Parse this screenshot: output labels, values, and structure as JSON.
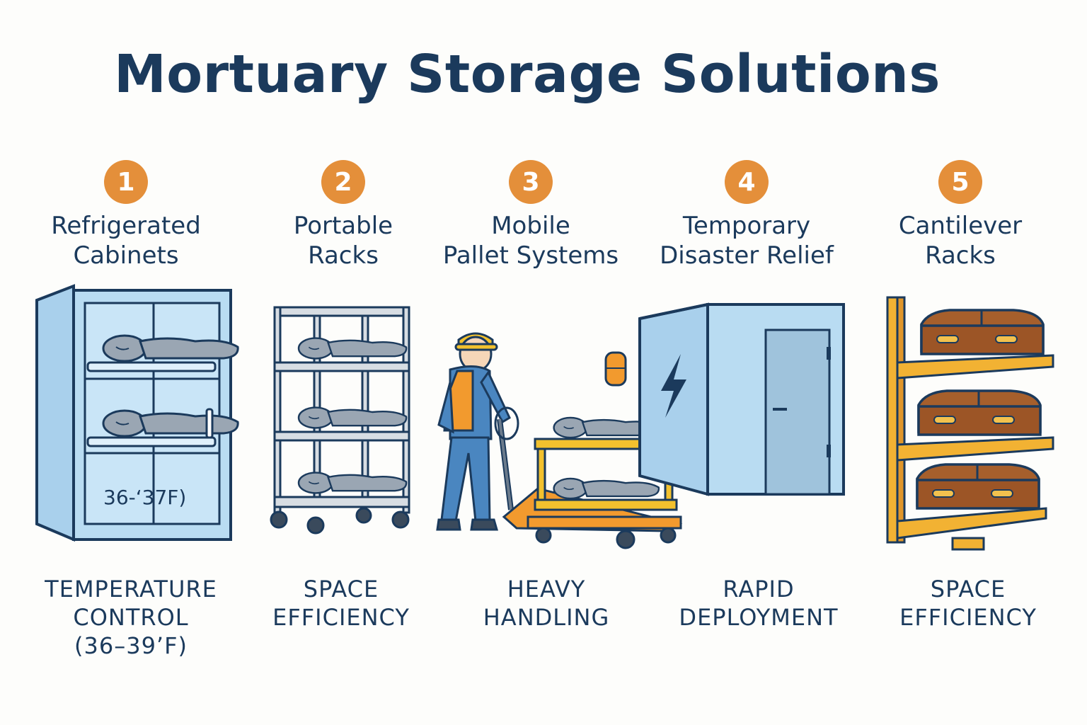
{
  "title": "Mortuary Storage Solutions",
  "solutions": [
    {
      "number": "1",
      "name": "Refrigerated\nCabinets",
      "benefit": "TEMPERATURE\nCONTROL\n(36–39’F)",
      "icon": "refrigerated-cabinet-illustration"
    },
    {
      "number": "2",
      "name": "Portable\nRacks",
      "benefit": "SPACE\nEFFICIENCY",
      "icon": "portable-rack-illustration"
    },
    {
      "number": "3",
      "name": "Mobile\nPallet Systems",
      "benefit": "HEAVY\nHANDLING",
      "icon": "worker-pallet-jack-illustration"
    },
    {
      "number": "4",
      "name": "Temporary\nDisaster Relief",
      "benefit": "RAPID\nDEPLOYMENT",
      "icon": "cold-room-unit-illustration"
    },
    {
      "number": "5",
      "name": "Cantilever\nRacks",
      "benefit": "SPACE\nEFFICIENCY",
      "icon": "cantilever-rack-caskets-illustration"
    }
  ],
  "cabinet_label": "36-‘37F)",
  "colors": {
    "title": "#1b3a5c",
    "badge": "#e48f3a",
    "cabinet_blue": "#b9dcf2",
    "rack_yellow": "#f2b233",
    "casket_brown": "#a65f2c"
  }
}
